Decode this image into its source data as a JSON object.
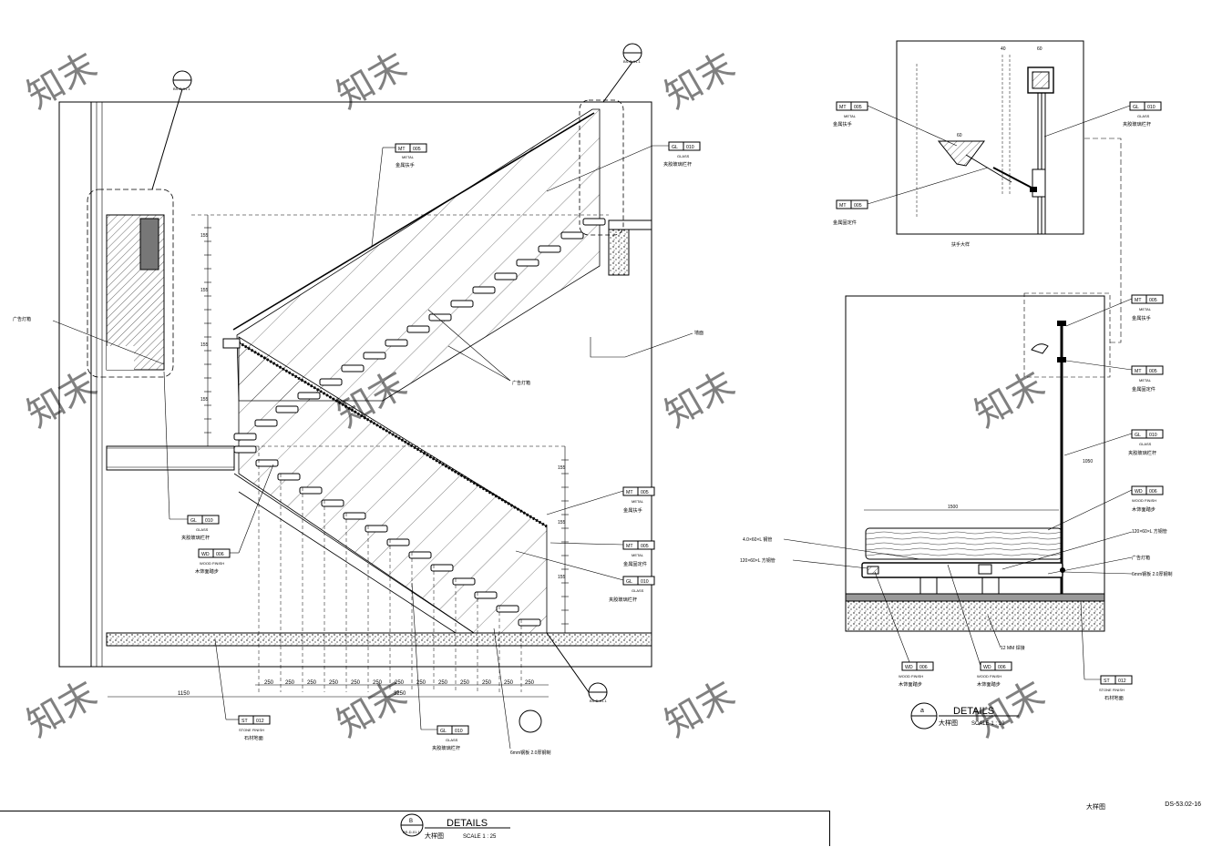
{
  "sheet": {
    "code": "DS-53.02-16",
    "label": "大样图"
  },
  "main_detail": {
    "marker": "B",
    "ref": "BS-D-01.1",
    "title": "DETAILS",
    "subtitle": "大样图",
    "scale": "SCALE  1 : 25"
  },
  "side_detail": {
    "marker": "a",
    "title": "DETAILS",
    "subtitle": "大样图",
    "scale": "SCALE  1 : 10",
    "detail_caption": "扶手大样"
  },
  "tags": [
    {
      "code": "MT",
      "num": "005",
      "en": "METAL",
      "cn": "金属扶手"
    },
    {
      "code": "GL",
      "num": "010",
      "en": "GLASS",
      "cn": "夹胶玻璃栏杆"
    },
    {
      "code": "GL",
      "num": "010",
      "en": "GLASS",
      "cn": "夹胶玻璃栏杆"
    },
    {
      "code": "WD",
      "num": "006",
      "en": "WOOD FINISH",
      "cn": "木饰面踏步"
    },
    {
      "code": "MT",
      "num": "005",
      "en": "METAL",
      "cn": "金属扶手"
    },
    {
      "code": "MT",
      "num": "005",
      "en": "METAL",
      "cn": "金属固定件"
    },
    {
      "code": "GL",
      "num": "010",
      "en": "GLASS",
      "cn": "夹胶玻璃栏杆"
    },
    {
      "code": "GL",
      "num": "010",
      "en": "GLASS",
      "cn": "夹胶玻璃栏杆"
    },
    {
      "code": "ST",
      "num": "012",
      "en": "STONE FINISH",
      "cn": "石材地面"
    },
    {
      "code": "MT",
      "num": "005",
      "en": "METAL",
      "cn": "金属扶手"
    },
    {
      "code": "MT",
      "num": "005",
      "en": "METAL",
      "cn": "金属固定件"
    },
    {
      "code": "GL",
      "num": "010",
      "en": "GLASS",
      "cn": "夹胶玻璃栏杆"
    },
    {
      "code": "MT",
      "num": "005",
      "en": "METAL",
      "cn": "金属扶手"
    },
    {
      "code": "MT",
      "num": "005",
      "en": "METAL",
      "cn": "金属固定件"
    },
    {
      "code": "GL",
      "num": "010",
      "en": "GLASS",
      "cn": "夹胶玻璃栏杆"
    },
    {
      "code": "WD",
      "num": "006",
      "en": "WOOD FINISH",
      "cn": "木饰面踏步"
    },
    {
      "code": "WD",
      "num": "006",
      "en": "WOOD FINISH",
      "cn": "木饰面踏步"
    },
    {
      "code": "WD",
      "num": "006",
      "en": "WOOD FINISH",
      "cn": "木饰面踏步"
    },
    {
      "code": "ST",
      "num": "012",
      "en": "STONE FINISH",
      "cn": "石材地面"
    }
  ],
  "notes": {
    "lamp": "广告灯箱",
    "lamp2": "广告灯箱",
    "wall": "墙面",
    "steel": "6mm钢板 2.0厚钢制",
    "plate": "120×60×L 方钢管",
    "plate2": "120×60×L 方钢管",
    "weld": "12 MM 焊接",
    "lamp3": "广告灯箱",
    "pipe": "4.0×60×L 钢管"
  },
  "dims": {
    "treads": [
      "250",
      "250",
      "250",
      "250",
      "250",
      "250",
      "250",
      "250",
      "250",
      "250",
      "250",
      "250",
      "250"
    ],
    "total": "3250",
    "left": "1150",
    "rise": "155",
    "height1": "1050",
    "width_side": "1500",
    "small1": "60",
    "small2": "40",
    "small3": "60"
  },
  "callouts": {
    "top": "BS-D-01.1",
    "left": "BS-D-01.1",
    "right": "BS-D-01.1",
    "bottom": "B"
  },
  "watermark": "知末"
}
